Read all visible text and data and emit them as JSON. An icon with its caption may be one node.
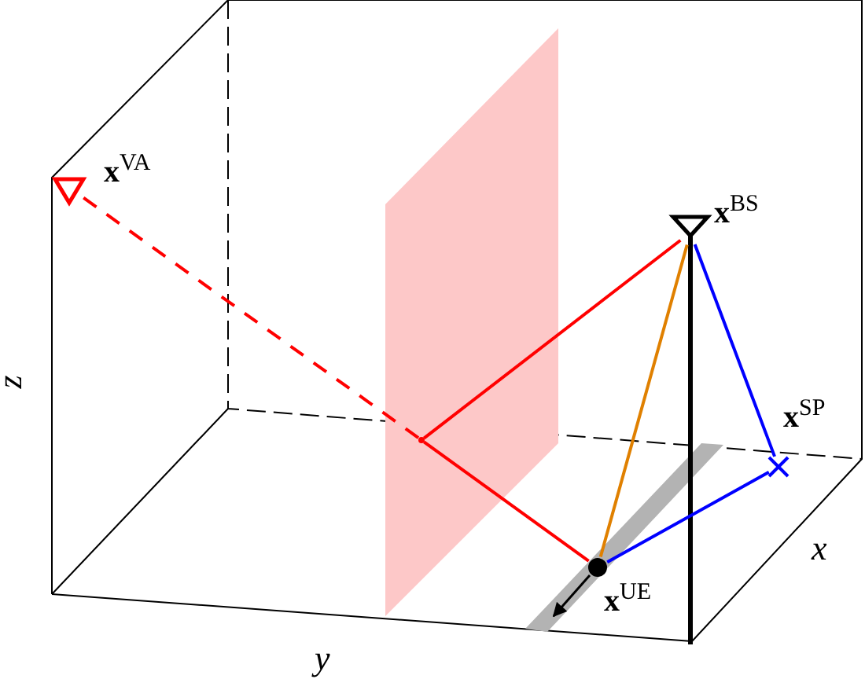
{
  "diagram": {
    "nodes": [
      {
        "text": [
          "**x**$^{VA}$"
        ]
      },
      {
        "text": [
          "**x**$^{BS}$"
        ]
      },
      {
        "text": [
          "**x**$^{SP}$"
        ]
      },
      {
        "text": [
          "**x**$^{UE}$"
        ]
      },
      {
        "text": [],
        "shape": "point"
      }
    ],
    "edges": [
      {
        "from": 0,
        "to": 4,
        "arrow": "none",
        "style": "dashed",
        "color": "#ff0000"
      },
      {
        "from": 1,
        "to": 4,
        "arrow": "none",
        "color": "#ff0000"
      },
      {
        "from": 4,
        "to": 3,
        "arrow": "none",
        "color": "#ff0000"
      },
      {
        "from": 1,
        "to": 3,
        "arrow": "none",
        "color": "#e08000"
      },
      {
        "from": 1,
        "to": 2,
        "arrow": "none",
        "color": "#0000ff"
      },
      {
        "from": 2,
        "to": 3,
        "arrow": "none",
        "color": "#0000ff"
      }
    ],
    "labels": [
      "z",
      "y",
      "x"
    ]
  }
}
